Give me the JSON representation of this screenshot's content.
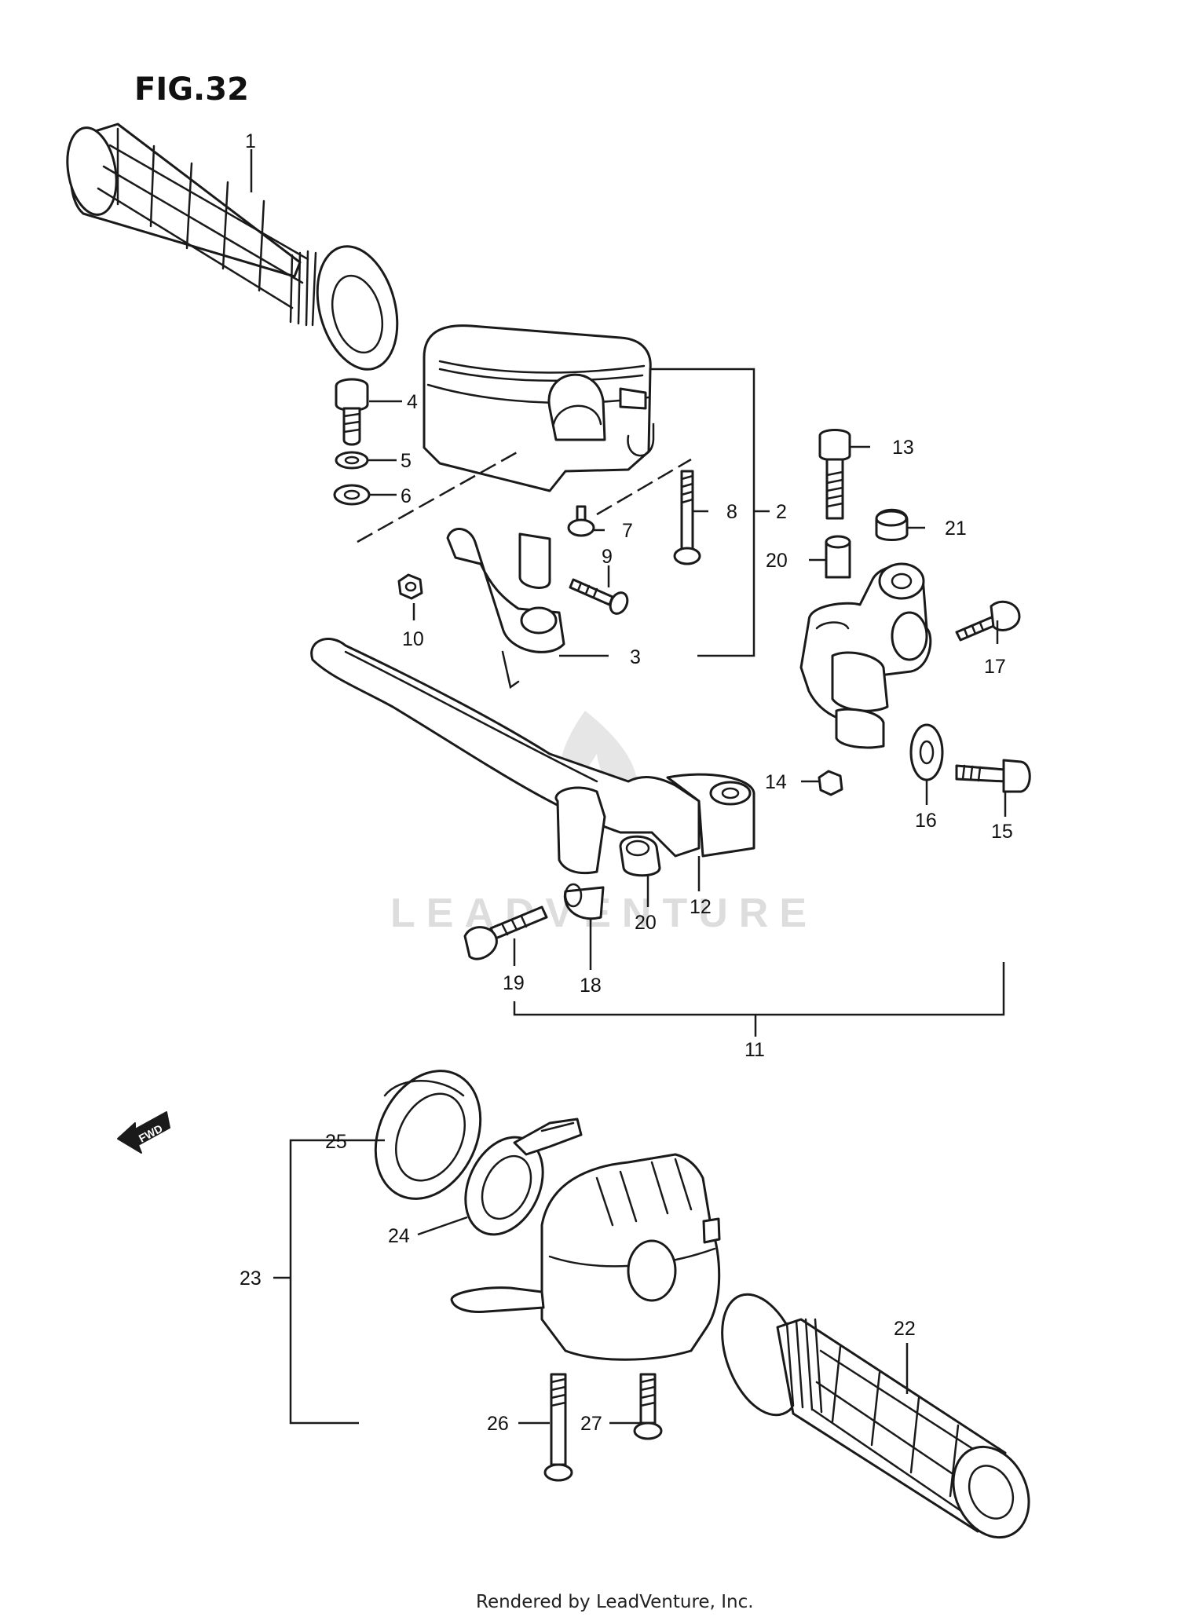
{
  "figure": {
    "title": "FIG.32",
    "watermark": "LEADVENTURE",
    "footer": "Rendered by LeadVenture, Inc.",
    "fwd_label": "FWD"
  },
  "callouts": {
    "p1": "1",
    "p2": "2",
    "p3": "3",
    "p4": "4",
    "p5": "5",
    "p6": "6",
    "p7": "7",
    "p8": "8",
    "p9": "9",
    "p10": "10",
    "p11": "11",
    "p12": "12",
    "p13": "13",
    "p14": "14",
    "p15": "15",
    "p16": "16",
    "p17": "17",
    "p18": "18",
    "p19": "19",
    "p20a": "20",
    "p20b": "20",
    "p21": "21",
    "p22": "22",
    "p23": "23",
    "p24": "24",
    "p25": "25",
    "p26": "26",
    "p27": "27"
  },
  "colors": {
    "ink": "#1a1a1a",
    "paper": "#ffffff",
    "watermark": "#dddddd"
  },
  "icons": [
    "fwd-arrow-icon",
    "leadventure-flame-logo"
  ]
}
